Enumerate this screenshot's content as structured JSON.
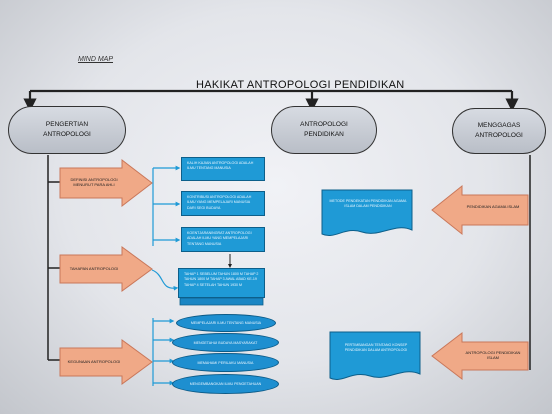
{
  "header": {
    "mindmap_label": "MIND MAP",
    "main_title": "HAKIKAT ANTROPOLOGI PENDIDIKAN"
  },
  "nodes": {
    "left": "PENGERTIAN ANTROPOLOGI",
    "center": "ANTROPOLOGI PENDIDIKAN",
    "right": "MENGGAGAS ANTROPOLOGI"
  },
  "arrows": {
    "definisi": "DEFINISI ANTROPOLOGI MENURUT PARA AHLI",
    "tahapan": "TAHAPAN ANTROPOLOGI",
    "kegunaan": "KEGUNAAN ANTROPOLOGI",
    "pendidikan_agama": "PENDIDIKAN AGAMA ISLAM",
    "antropologi_islam": "ANTROPOLOGI PENDIDIKAN ISLAM"
  },
  "boxes": {
    "b1": "KALIH KAJIAN ANTROPOLOGI ADALAH ILMU TENTANG MANUSIA",
    "b2": "KONTRIBUSI ANTROPOLOGI ADALAH ILMU YANG MEMPELAJARI MANUSIA DARI SEGI BUDAYA",
    "b3": "KOENTJARANINGRAT ANTROPOLOGI ADALAH ILMU YANG MEMPELAJARI TENTANG MANUSIA",
    "b4": "TAHAP 1 SEBELUM TAHUN 1800 M TAHAP 2 TAHUN 1800 M TAHAP 3 AWAL ABAD KE-19 TAHAP 4 SETELAH TAHUN 1930 M",
    "flag1": "METODE PENDEKATAN PENDIDIKAN AGAMA ISLAM DALAM PENDIDIKAN",
    "flag2": "PERTIMBANGAN TENTANG KONSEP PENDIDIKAN DALAM ANTROPOLOGI"
  },
  "pills": [
    "MEMPELAJARI ILMU TENTANG MANUSIA",
    "MENGETAHUI BUDAYA MASYARAKAT",
    "MEMAHAMI PERILAKU MANUSIA",
    "MENGEMBANGKAN ILMU PENGETAHUAN"
  ],
  "colors": {
    "arrow_fill": "#f0a987",
    "box_fill": "#1f9ad6",
    "oval_fill": "#c8ccd4"
  }
}
